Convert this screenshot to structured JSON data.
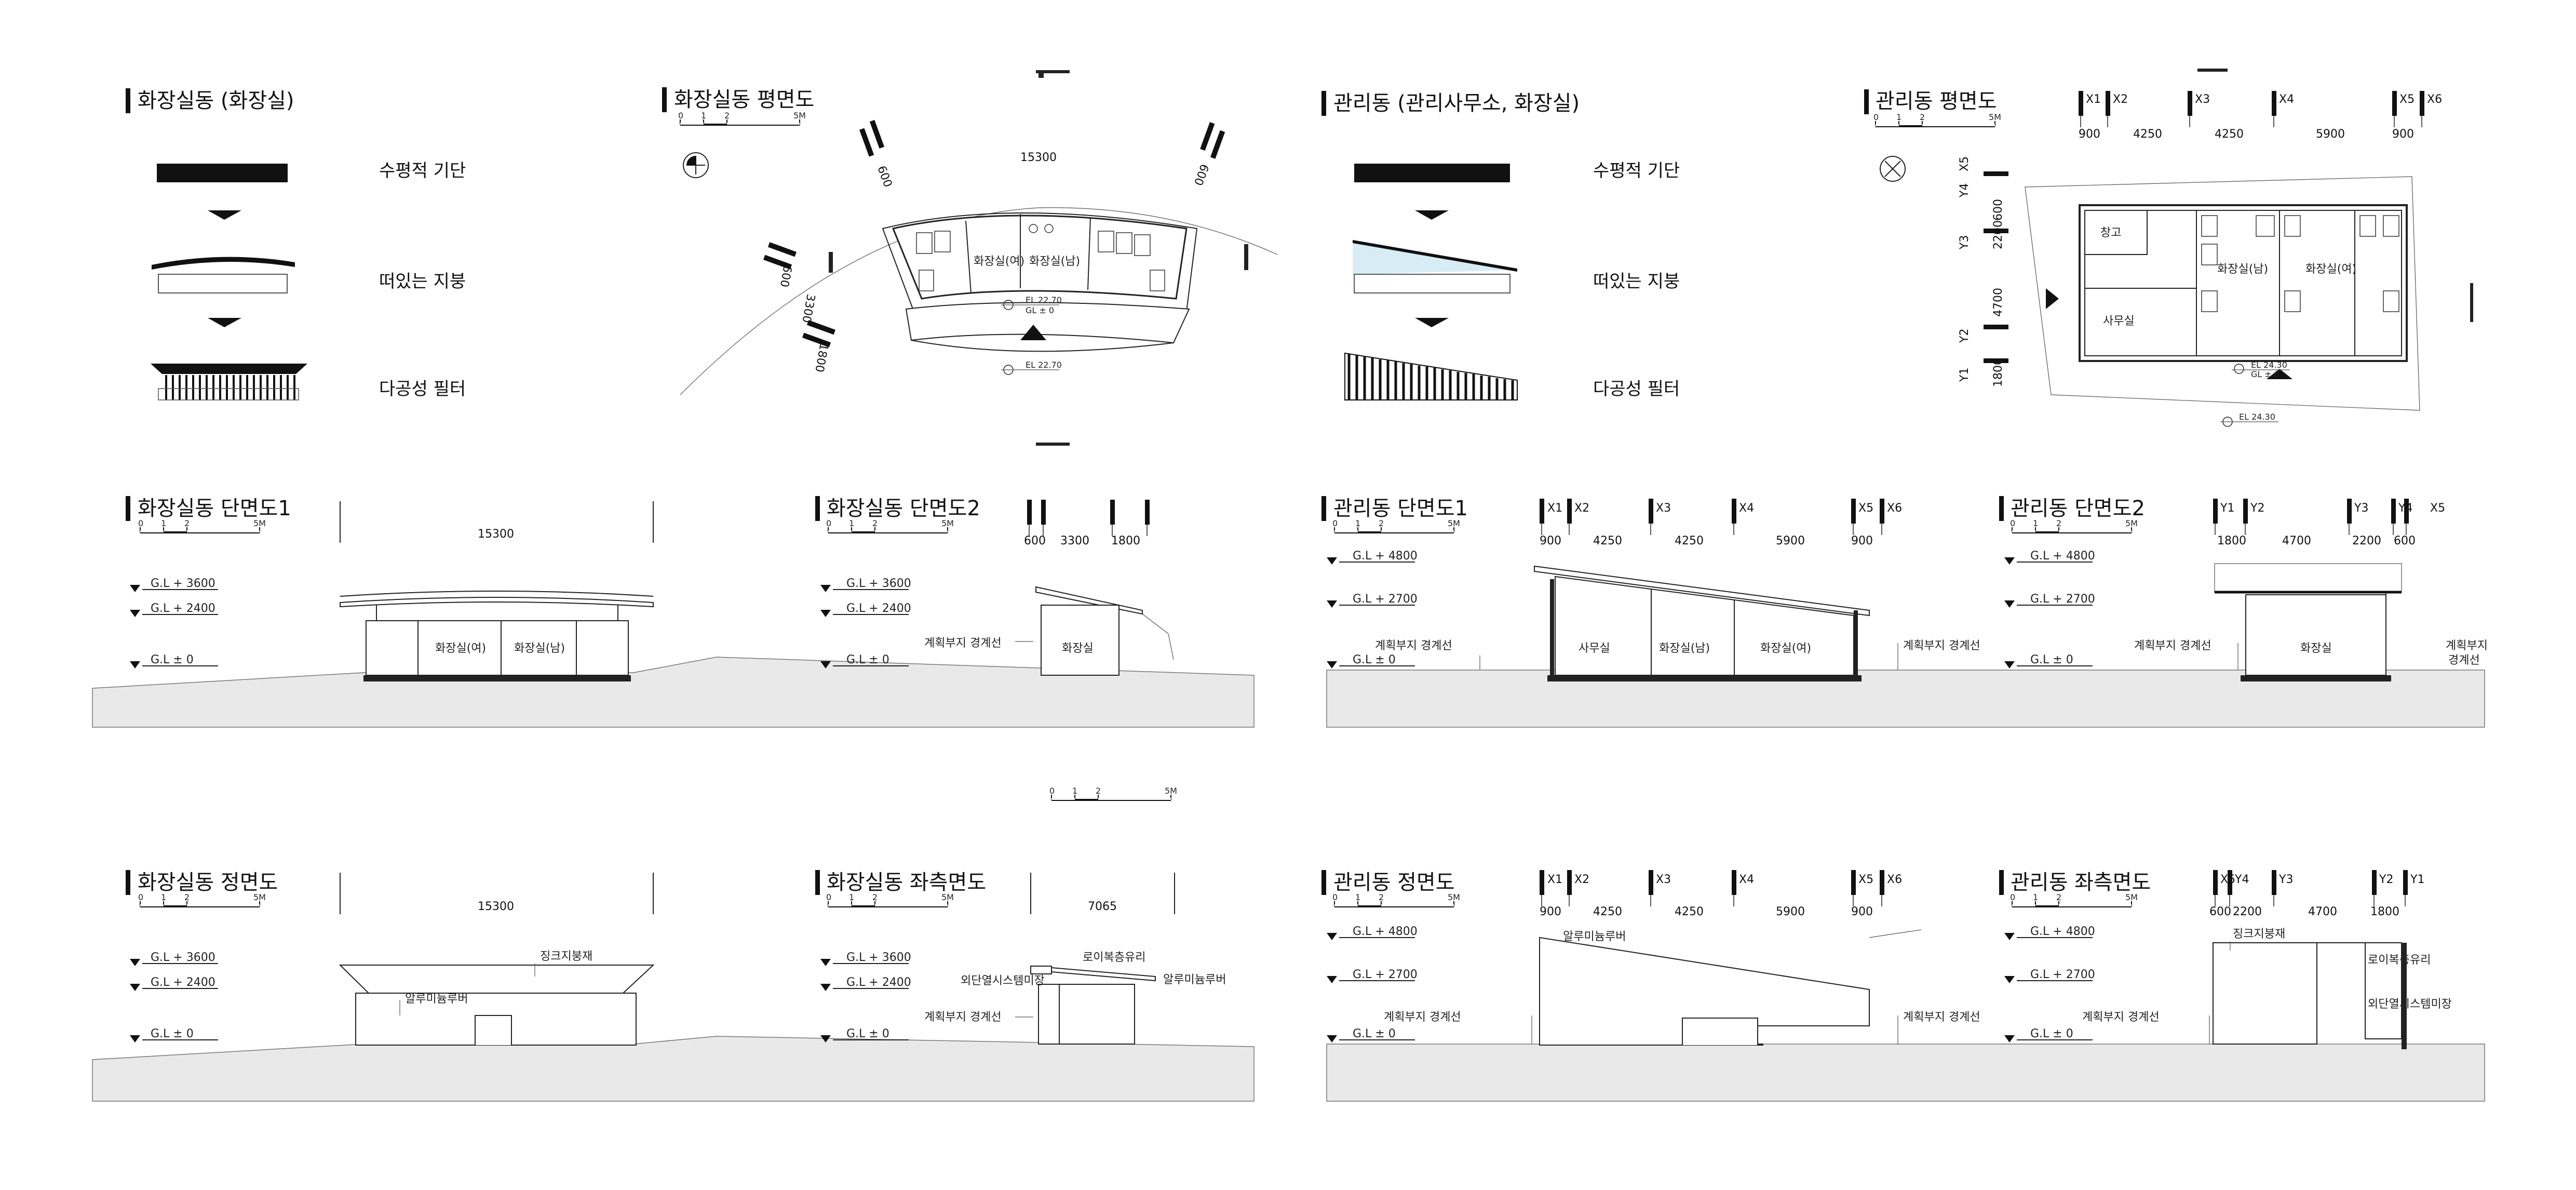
{
  "toilet_concept": {
    "title": "화장실동 (화장실)",
    "items": [
      "수평적 기단",
      "떠있는 지붕",
      "다공성 필터"
    ]
  },
  "toilet_plan": {
    "title": "화장실동 평면도",
    "dims": [
      "15300",
      "600",
      "600",
      "600",
      "3300",
      "1800"
    ],
    "rooms": [
      "화장실(여)",
      "화장실(남)"
    ],
    "levels": [
      "EL 22.70",
      "GL ± 0",
      "EL 22.70"
    ]
  },
  "admin_concept": {
    "title": "관리동 (관리사무소, 화장실)",
    "items": [
      "수평적 기단",
      "떠있는 지붕",
      "다공성 필터"
    ]
  },
  "admin_plan": {
    "title": "관리동 평면도",
    "axes_x": [
      "X1",
      "X2",
      "X3",
      "X4",
      "X5",
      "X6"
    ],
    "dims_x": [
      "900",
      "4250",
      "4250",
      "5900",
      "900"
    ],
    "axes_y": [
      "X5",
      "Y4",
      "Y3",
      "Y2",
      "Y1"
    ],
    "dims_y": [
      "600",
      "2200",
      "4700",
      "1800"
    ],
    "rooms": [
      "창고",
      "사무실",
      "화장실(남)",
      "화장실(여)"
    ],
    "levels": [
      "EL 24.30",
      "GL ± 0",
      "EL 24.30"
    ]
  },
  "toilet_section1": {
    "title": "화장실동 단면도1",
    "dim": "15300",
    "levels": [
      "G.L + 3600",
      "G.L + 2400",
      "G.L ± 0"
    ],
    "rooms": [
      "화장실(여)",
      "화장실(남)"
    ]
  },
  "toilet_section2": {
    "title": "화장실동 단면도2",
    "axes": [
      "600",
      "3300",
      "1800"
    ],
    "levels": [
      "G.L + 3600",
      "G.L + 2400",
      "G.L ± 0"
    ],
    "boundary": "계획부지 경계선",
    "room": "화장실"
  },
  "admin_section1": {
    "title": "관리동 단면도1",
    "axes": [
      "X1",
      "X2",
      "X3",
      "X4",
      "X5",
      "X6"
    ],
    "dims": [
      "900",
      "4250",
      "4250",
      "5900",
      "900"
    ],
    "levels": [
      "G.L + 4800",
      "G.L + 2700",
      "G.L ± 0"
    ],
    "boundary": "계획부지 경계선",
    "rooms": [
      "사무실",
      "화장실(남)",
      "화장실(여)"
    ]
  },
  "admin_section2": {
    "title": "관리동 단면도2",
    "axes": [
      "Y1",
      "Y2",
      "Y3",
      "Y4",
      "X5"
    ],
    "dims": [
      "1800",
      "4700",
      "2200",
      "600"
    ],
    "levels": [
      "G.L + 4800",
      "G.L + 2700",
      "G.L ± 0"
    ],
    "boundary_left": "계획부지 경계선",
    "boundary_right_1": "계획부지",
    "boundary_right_2": "경계선",
    "room": "화장실"
  },
  "toilet_front": {
    "title": "화장실동 정면도",
    "dim": "15300",
    "levels": [
      "G.L + 3600",
      "G.L + 2400",
      "G.L ± 0"
    ],
    "notes": [
      "징크지붕재",
      "알루미늄루버"
    ]
  },
  "toilet_side": {
    "title": "화장실동 좌측면도",
    "dim": "7065",
    "levels": [
      "G.L + 3600",
      "G.L + 2400",
      "G.L ± 0"
    ],
    "boundary": "계획부지 경계선",
    "notes": [
      "로이복층유리",
      "외단열시스템미장",
      "알루미늄루버"
    ]
  },
  "admin_front": {
    "title": "관리동 정면도",
    "axes": [
      "X1",
      "X2",
      "X3",
      "X4",
      "X5",
      "X6"
    ],
    "dims": [
      "900",
      "4250",
      "4250",
      "5900",
      "900"
    ],
    "levels": [
      "G.L + 4800",
      "G.L + 2700",
      "G.L ± 0"
    ],
    "boundary_left": "계획부지 경계선",
    "boundary_right": "계획부지 경계선",
    "notes": [
      "알루미늄루버"
    ]
  },
  "admin_side": {
    "title": "관리동 좌측면도",
    "axes": [
      "X5",
      "Y4",
      "Y3",
      "Y2",
      "Y1"
    ],
    "dims": [
      "600",
      "2200",
      "4700",
      "1800"
    ],
    "levels": [
      "G.L + 4800",
      "G.L + 2700",
      "G.L ± 0"
    ],
    "boundary": "계획부지 경계선",
    "notes": [
      "징크지붕재",
      "로이복층유리",
      "외단열시스템미장"
    ]
  },
  "scale_ticks": [
    "0",
    "1",
    "2",
    "5M"
  ]
}
